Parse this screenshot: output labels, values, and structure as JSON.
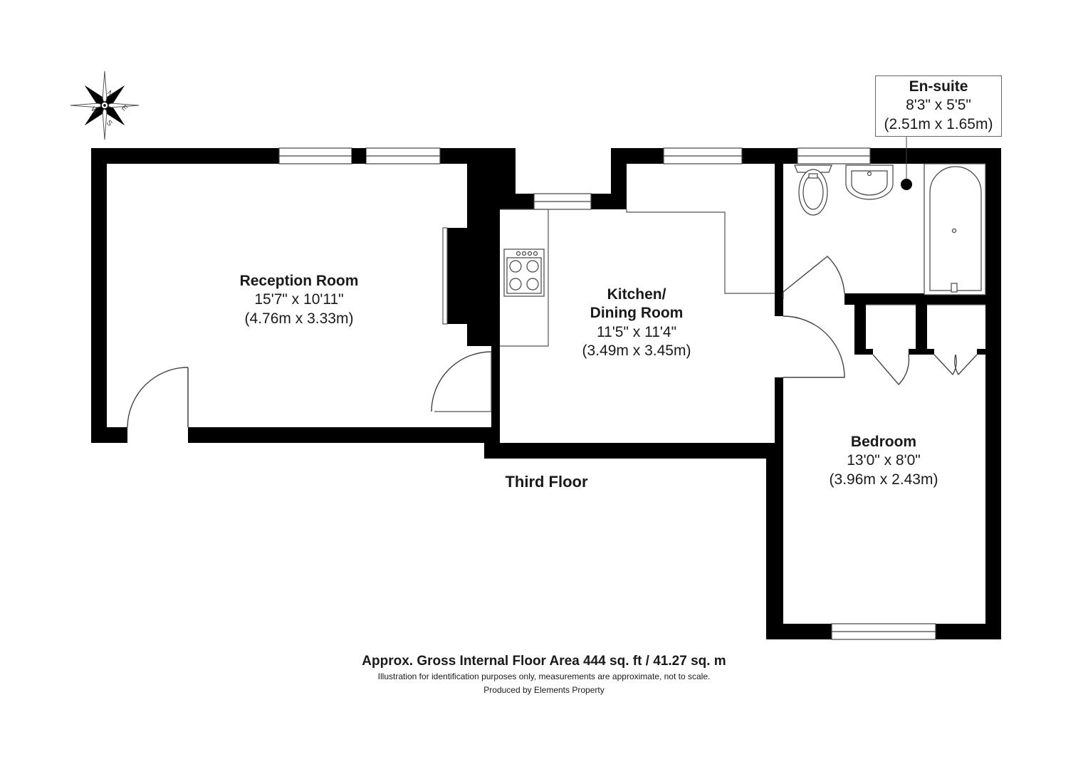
{
  "rooms": {
    "reception": {
      "name": "Reception Room",
      "imperial": "15'7\" x 10'11\"",
      "metric": "(4.76m x 3.33m)"
    },
    "kitchen": {
      "name_line1": "Kitchen/",
      "name_line2": "Dining Room",
      "imperial": "11'5\" x 11'4\"",
      "metric": "(3.49m x 3.45m)"
    },
    "bedroom": {
      "name": "Bedroom",
      "imperial": "13'0\" x 8'0\"",
      "metric": "(3.96m x 2.43m)"
    },
    "ensuite": {
      "name": "En-suite",
      "imperial": "8'3\" x 5'5\"",
      "metric": "(2.51m x 1.65m)"
    }
  },
  "floor_label": "Third Floor",
  "compass": {
    "n": "N",
    "e": "E",
    "s": "S",
    "w": "W"
  },
  "footer": {
    "area": "Approx. Gross Internal Floor Area 444 sq. ft / 41.27 sq. m",
    "disclaimer": "Illustration for identification purposes only, measurements are approximate, not to scale.",
    "produced_by": "Produced by Elements Property"
  },
  "colors": {
    "wall": "#000000",
    "line": "#555555",
    "background": "#ffffff"
  }
}
